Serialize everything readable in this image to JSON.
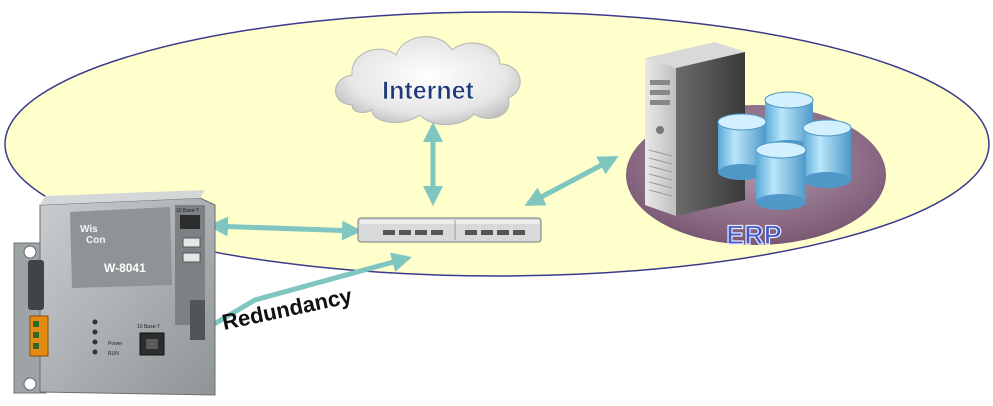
{
  "diagram": {
    "cloud_label": "Internet",
    "erp_label": "ERP",
    "redundancy_label": "Redundancy",
    "controller": {
      "brand_line1": "Wis",
      "brand_line2": "Con",
      "model": "W-8041",
      "port_top": "10 Base-T",
      "port_bottom": "10 Base-T",
      "led_power": "Power",
      "led_run": "RUN"
    }
  },
  "colors": {
    "ellipse_fill": "#ffffcc",
    "ellipse_stroke": "#3a3a8c",
    "arrow": "#7fc5c0",
    "erp_text": "#3f57c8",
    "internet_text": "#1f3b7a",
    "disk_blue": "#8fd0f2",
    "platform": "#8a6b84",
    "controller_body": "#a9aeb0"
  },
  "icons": [
    "cloud-icon",
    "switch-icon",
    "server-icon",
    "database-icon",
    "controller-icon"
  ]
}
